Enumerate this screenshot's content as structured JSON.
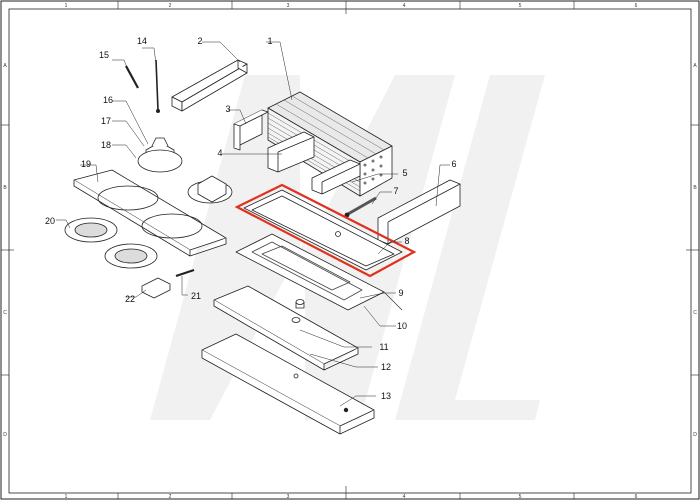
{
  "frame": {
    "columns": [
      "1",
      "2",
      "3",
      "4",
      "5",
      "6"
    ],
    "rows": [
      "A",
      "B",
      "C",
      "D"
    ]
  },
  "callouts": [
    "1",
    "2",
    "3",
    "4",
    "5",
    "6",
    "7",
    "8",
    "9",
    "10",
    "11",
    "12",
    "13",
    "14",
    "15",
    "16",
    "17",
    "18",
    "19",
    "20",
    "21",
    "22"
  ],
  "highlight_color": "#e0301e"
}
